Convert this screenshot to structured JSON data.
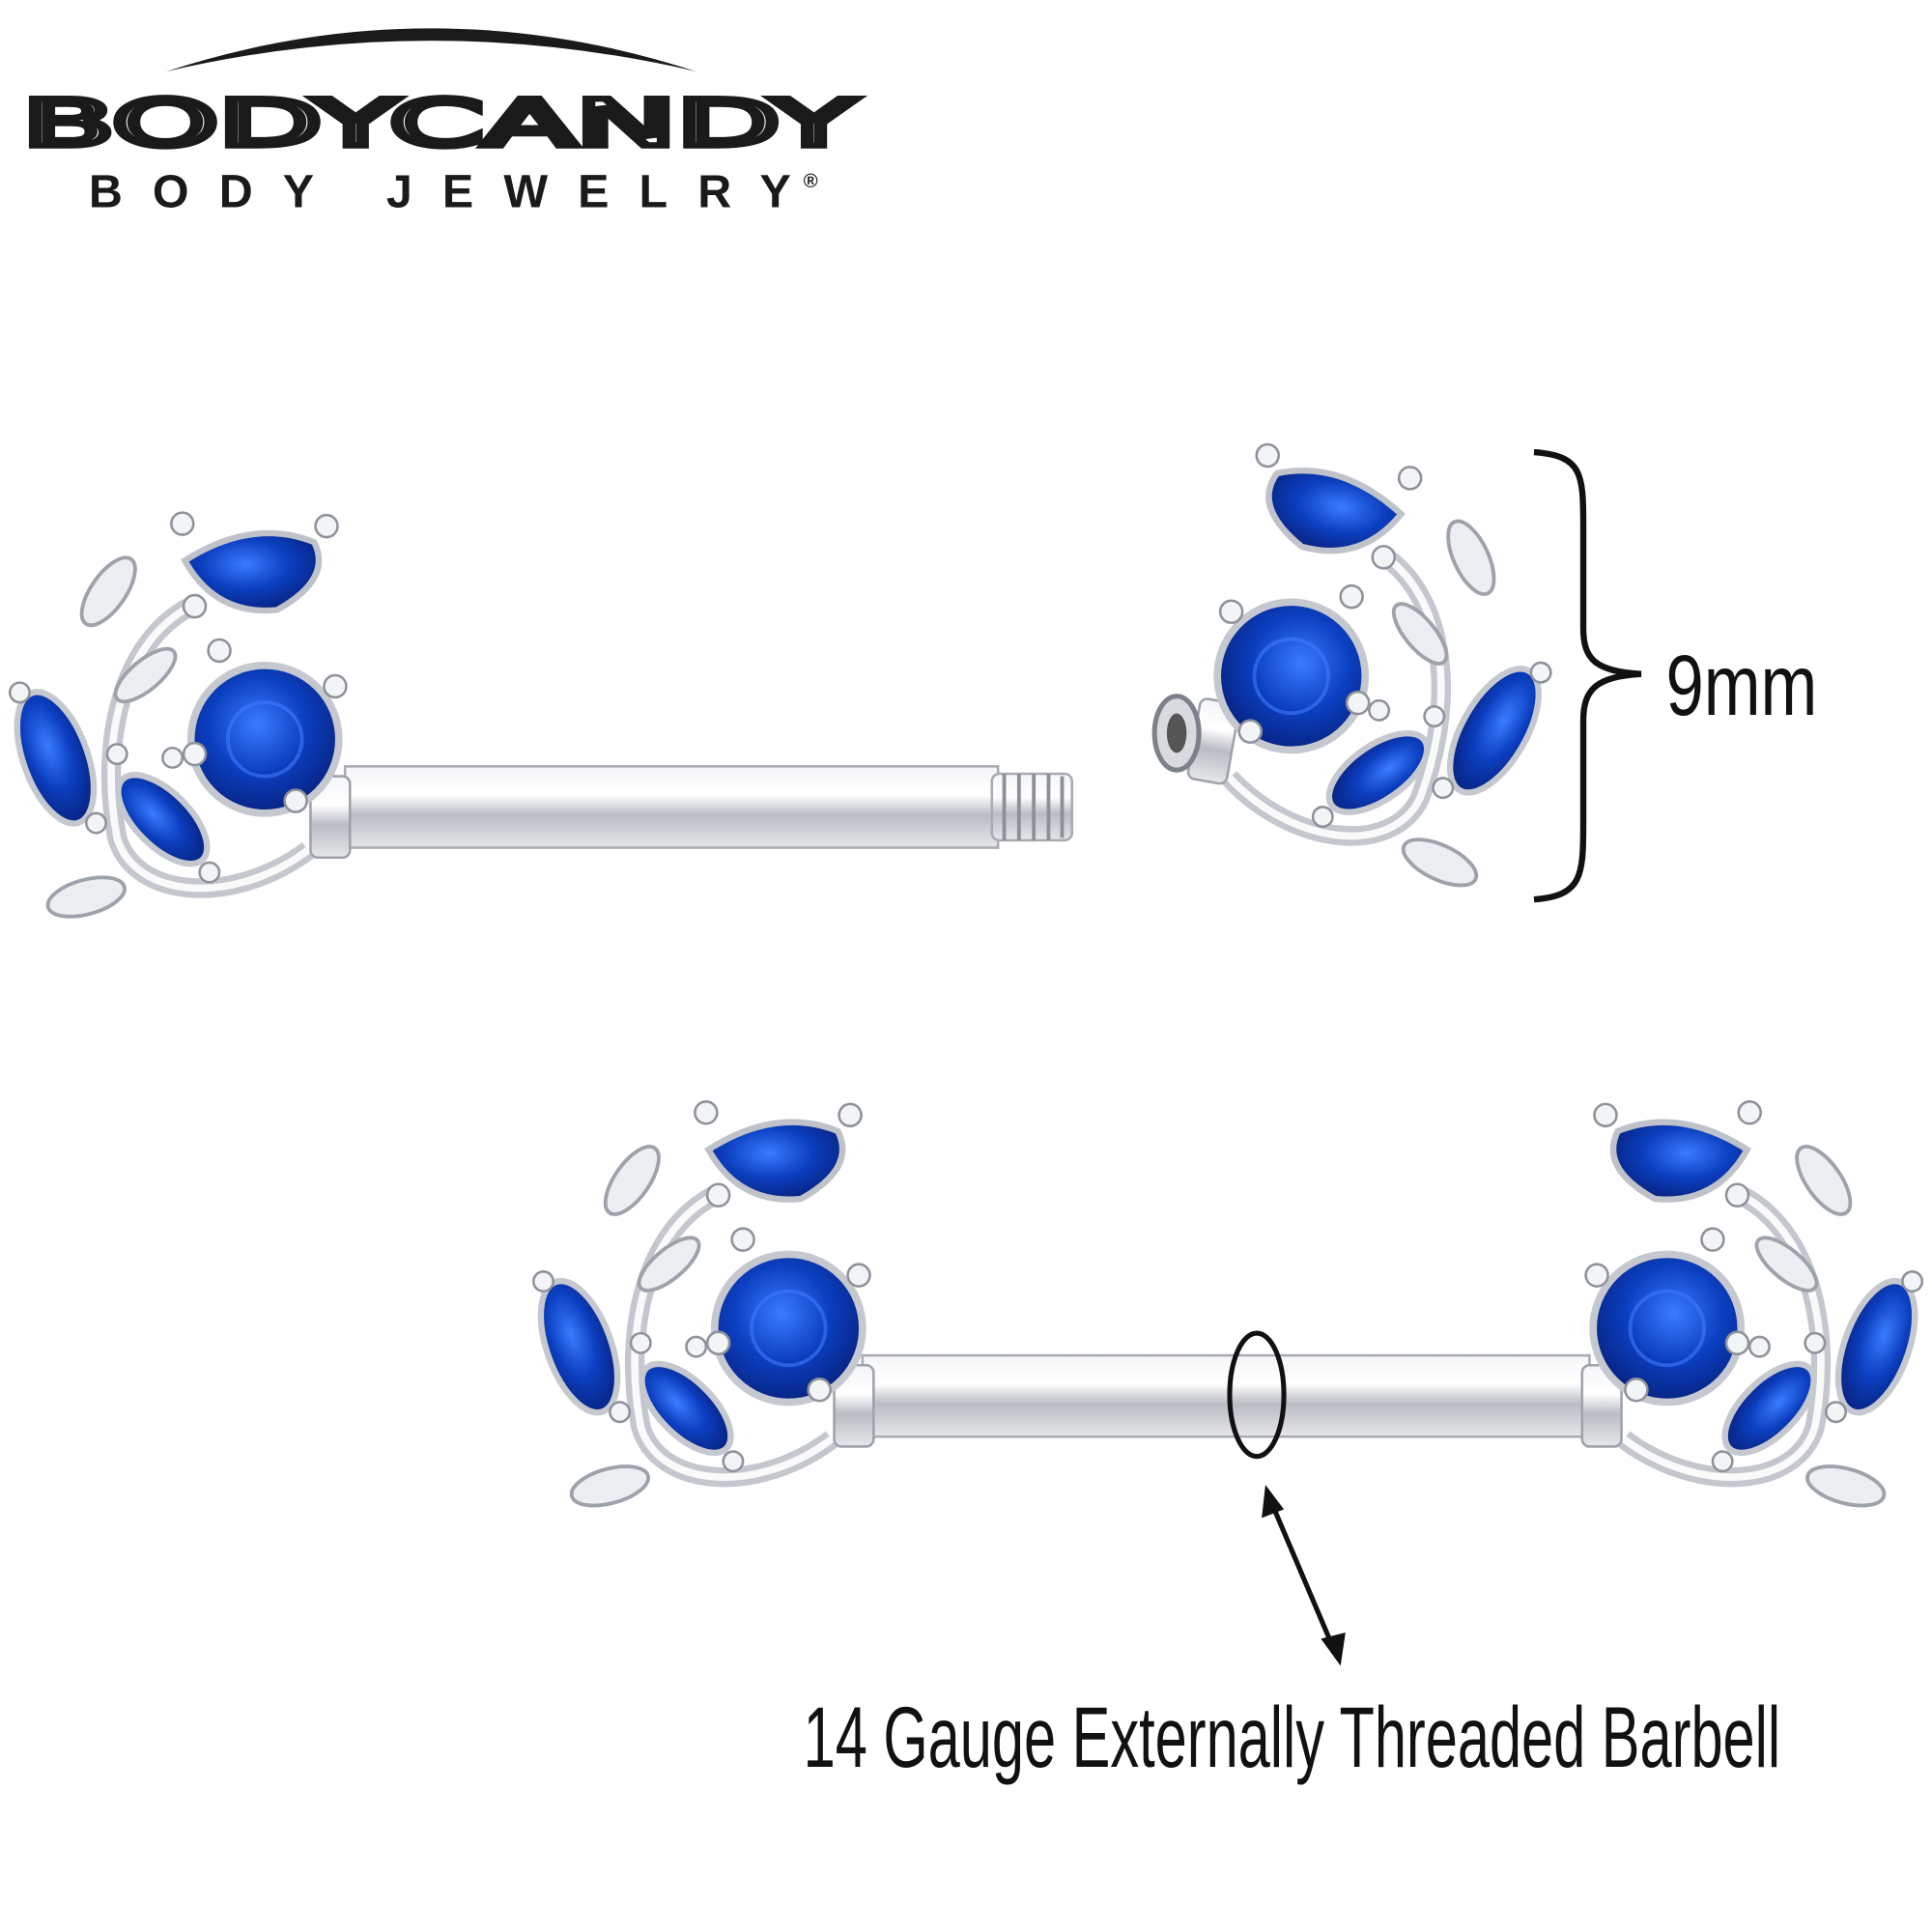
{
  "brand": {
    "name": "BODYCANDY",
    "tagline": "BODY JEWELRY",
    "registered_mark": "®"
  },
  "product": {
    "dimension_label": "9mm",
    "barbell_label": "14 Gauge Externally Threaded Barbell",
    "gem_color": "#0a3fb8",
    "metal_color": "#c9ccd2"
  }
}
